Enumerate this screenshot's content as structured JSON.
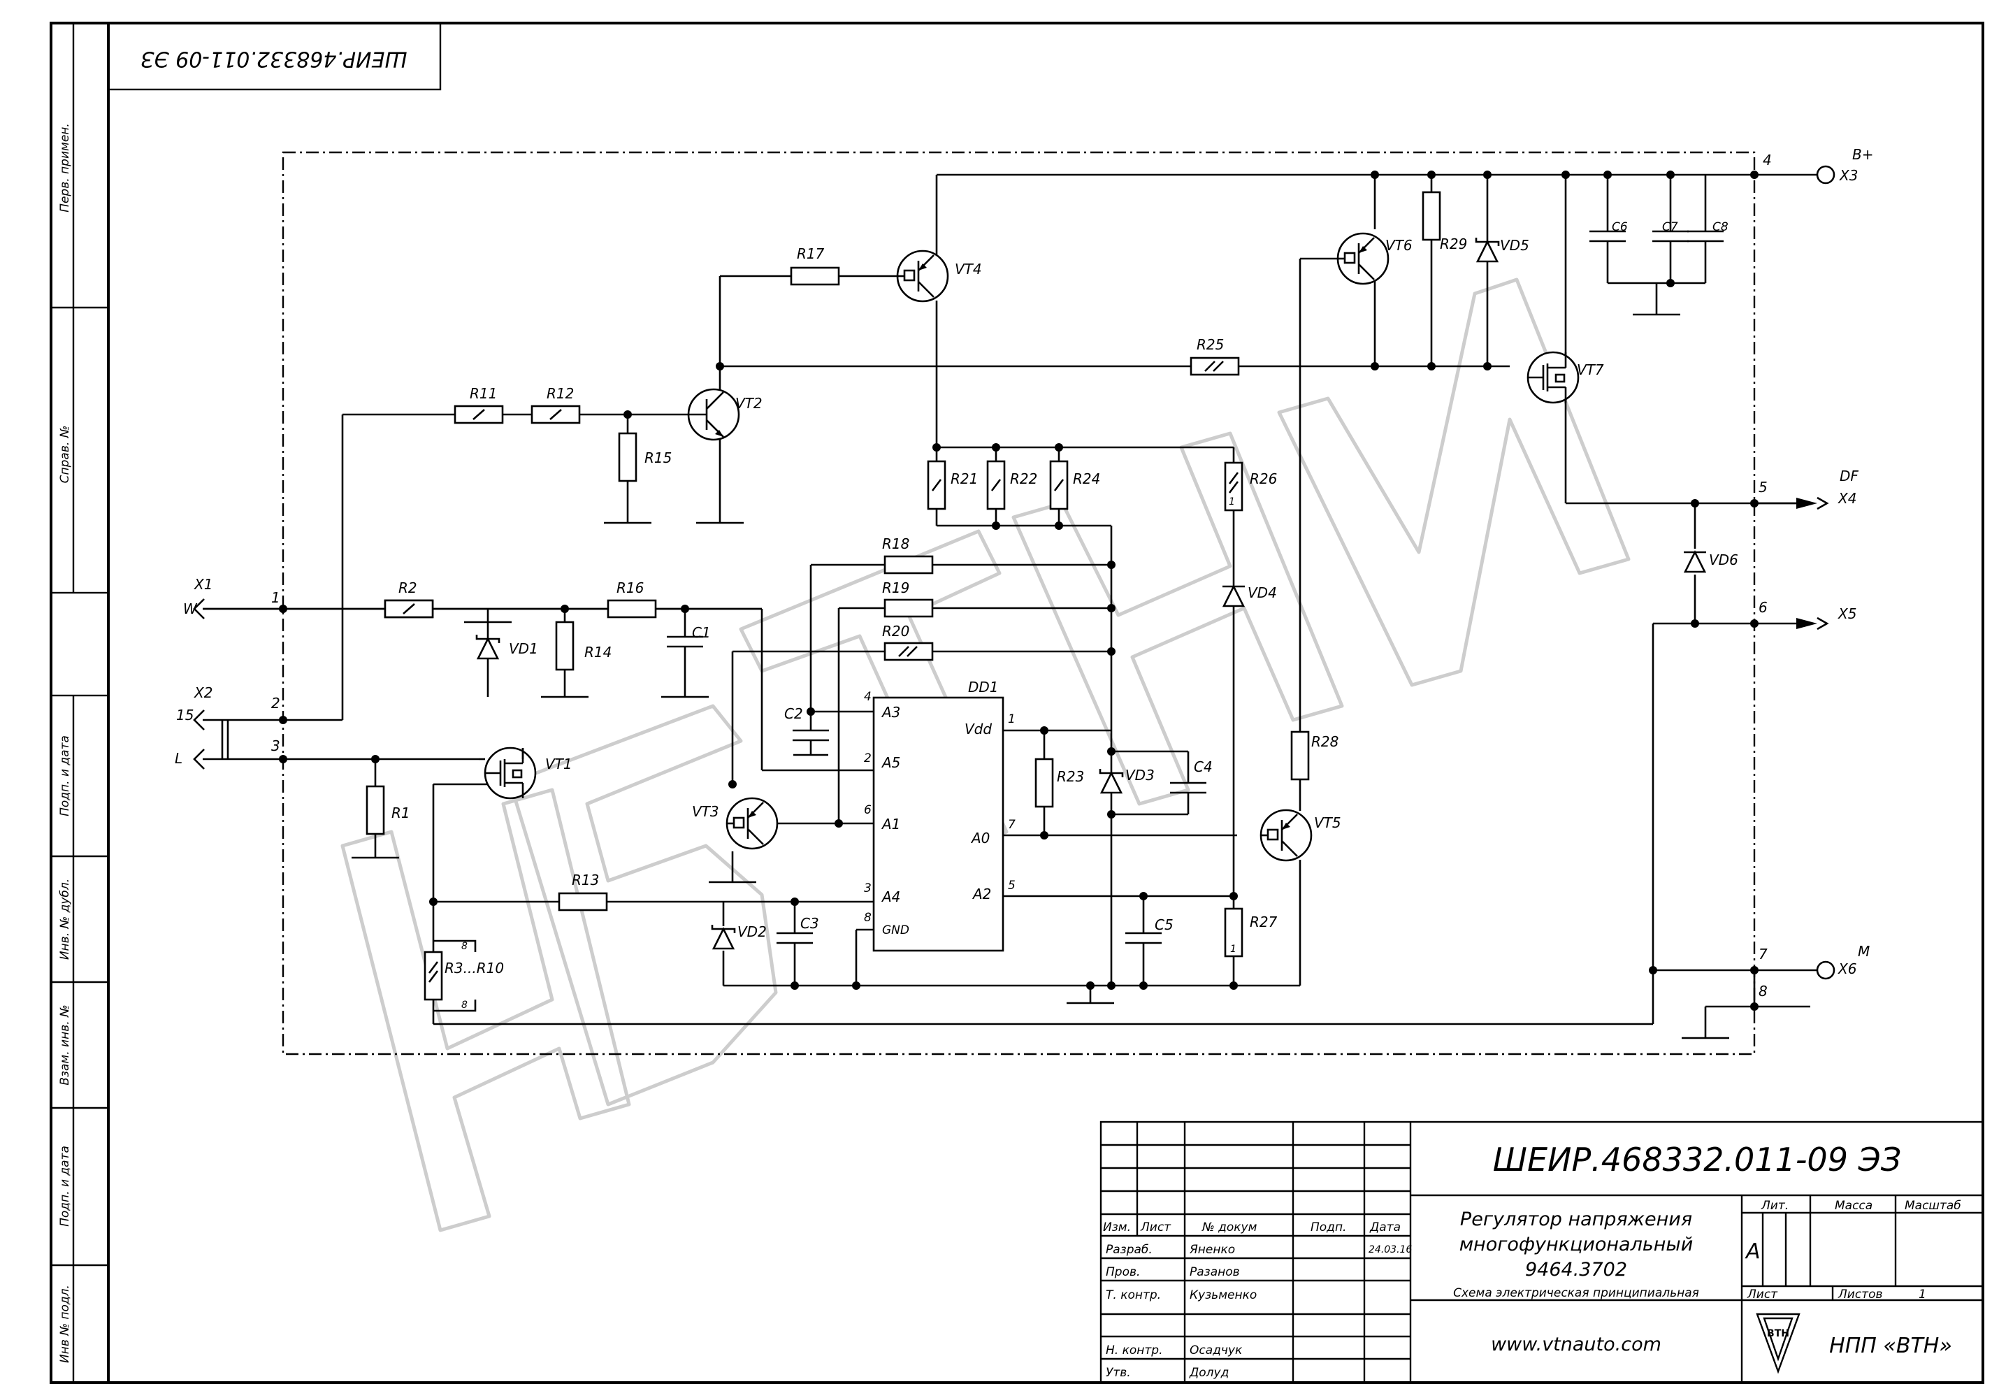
{
  "drawing_code_mirrored": "ШЕИР.468332.011-09 ЭЗ",
  "side_stamp": {
    "perv_primen": "Перв. примен.",
    "sprav_no": "Справ. №",
    "podp_data_1": "Подп. и дата",
    "inv_dubl": "Инв. № дубл.",
    "vzam_inv": "Взам. инв. №",
    "podp_data_2": "Подп. и дата",
    "inv_podl": "Инв № подл."
  },
  "title_block": {
    "code": "ШЕИР.468332.011-09 ЭЗ",
    "title_line1": "Регулятор напряжения",
    "title_line2": "многофункциональный",
    "title_line3": "9464.3702",
    "doc_type": "Схема электрическая принципиальная",
    "url": "www.vtnauto.com",
    "company": "НПП «ВТН»",
    "logo_text": "ВТН",
    "col_izm": "Изм.",
    "col_list": "Лист",
    "col_ndokum": "№ докум",
    "col_podp": "Подп.",
    "col_data": "Дата",
    "row_razrab": "Разраб.",
    "row_prov": "Пров.",
    "row_tkontr": "Т. контр.",
    "row_nkontr": "Н. контр.",
    "row_utv": "Утв.",
    "name_razrab": "Яненко",
    "name_prov": "Разанов",
    "name_tkontr": "Кузьменко",
    "name_nkontr": "Осадчук",
    "name_utv": "Долуд",
    "date_razrab": "24.03.16",
    "lit": "Лит.",
    "massa": "Масса",
    "masshtab": "Масштаб",
    "lit_value": "А",
    "list_label": "Лист",
    "listov_label": "Листов",
    "listov_value": "1"
  },
  "connectors": {
    "x1": "X1",
    "x1_w": "W",
    "x2": "X2",
    "x2_15": "15",
    "x2_l": "L",
    "x3": "X3",
    "x3_bplus": "B+",
    "x4": "X4",
    "x4_df": "DF",
    "x5": "X5",
    "x6": "X6",
    "x6_m": "M"
  },
  "pins": {
    "p1": "1",
    "p2": "2",
    "p3": "3",
    "p4": "4",
    "p5": "5",
    "p6": "6",
    "p7": "7",
    "p8": "8"
  },
  "components": {
    "vt1": "VT1",
    "vt2": "VT2",
    "vt3": "VT3",
    "vt4": "VT4",
    "vt5": "VT5",
    "vt6": "VT6",
    "vt7": "VT7",
    "r1": "R1",
    "r2": "R2",
    "r11": "R11",
    "r12": "R12",
    "r13": "R13",
    "r14": "R14",
    "r15": "R15",
    "r16": "R16",
    "r17": "R17",
    "r18": "R18",
    "r19": "R19",
    "r20": "R20",
    "r21": "R21",
    "r22": "R22",
    "r23": "R23",
    "r24": "R24",
    "r25": "R25",
    "r26": "R26",
    "r27": "R27",
    "r28": "R28",
    "r29": "R29",
    "r3r10": "R3...R10",
    "c1": "C1",
    "c2": "C2",
    "c3": "C3",
    "c4": "C4",
    "c5": "C5",
    "c6": "C6",
    "c7": "C7",
    "c8": "C8",
    "vd1": "VD1",
    "vd2": "VD2",
    "vd3": "VD3",
    "vd4": "VD4",
    "vd5": "VD5",
    "vd6": "VD6",
    "dd1": "DD1"
  },
  "dd1_pins": {
    "a3": "A3",
    "a5": "A5",
    "a1": "A1",
    "a4": "A4",
    "gnd": "GND",
    "vdd": "Vdd",
    "a0": "A0",
    "a2": "A2",
    "n4": "4",
    "n2": "2",
    "n6": "6",
    "n3": "3",
    "n8": "8",
    "n1": "1",
    "n7": "7",
    "n5": "5"
  },
  "resistor_marks": {
    "r26": "1",
    "r27": "1",
    "r3_top": "8",
    "r3_bot": "8"
  }
}
